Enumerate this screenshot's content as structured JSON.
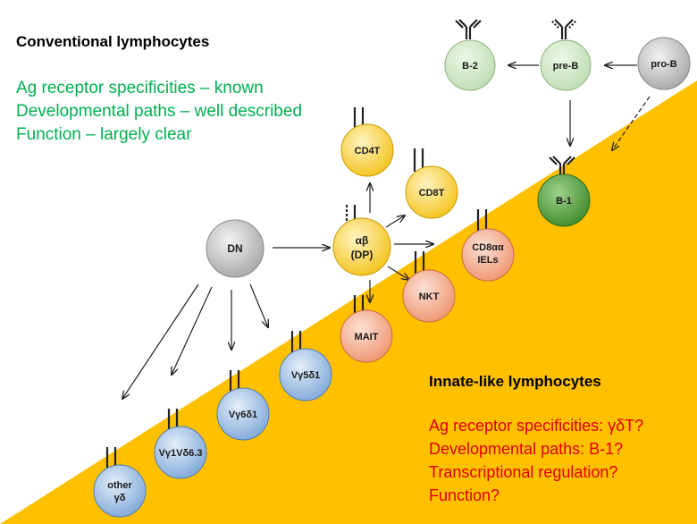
{
  "colors": {
    "innate_region": "#FFC000",
    "conventional_text": "#00B050",
    "innate_text": "#E00000"
  },
  "conventional": {
    "title": "Conventional lymphocytes",
    "lines": [
      "Ag receptor specificities – known",
      "Developmental paths – well described",
      "Function – largely clear"
    ]
  },
  "innate": {
    "title": "Innate-like lymphocytes",
    "lines": [
      "Ag receptor specificities: γδT?",
      "Developmental paths: B-1?",
      "Transcriptional regulation?",
      "Function?"
    ]
  },
  "cells": {
    "b2": "B-2",
    "preb": "pre-B",
    "prob": "pro-B",
    "b1": "B-1",
    "cd4t": "CD4T",
    "cd8t": "CD8T",
    "dp_line1": "αβ",
    "dp_line2": "(DP)",
    "dn": "DN",
    "cd8aa_line1": "CD8αα",
    "cd8aa_line2": "IELs",
    "nkt": "NKT",
    "mait": "MAIT",
    "vg5d1": "Vγ5δ1",
    "vg6d1": "Vγ6δ1",
    "vg1vd63": "Vγ1Vδ6.3",
    "other_line1": "other",
    "other_line2": "γδ"
  }
}
